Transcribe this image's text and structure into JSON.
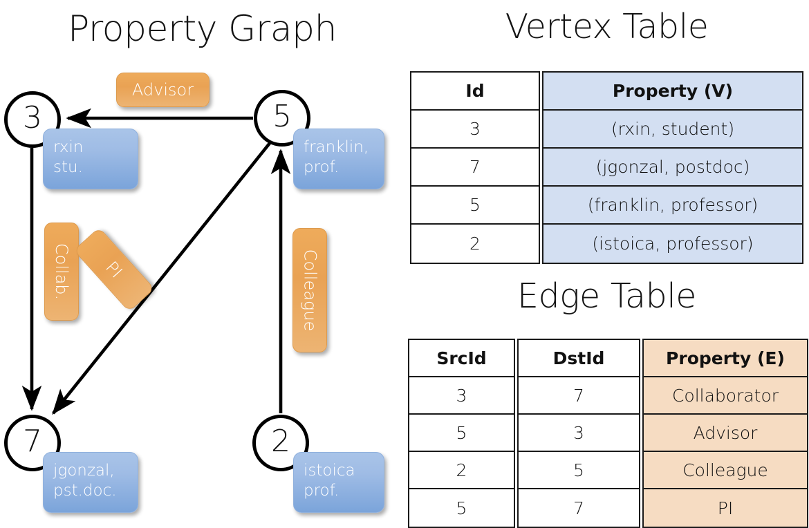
{
  "titles": {
    "graph": "Property Graph",
    "vertex": "Vertex Table",
    "edge": "Edge Table"
  },
  "graph": {
    "nodes": [
      {
        "id": "3",
        "name": "rxin",
        "role": "stu."
      },
      {
        "id": "5",
        "name": "franklin,",
        "role": "prof."
      },
      {
        "id": "7",
        "name": "jgonzal,",
        "role": "pst.doc."
      },
      {
        "id": "2",
        "name": "istoica",
        "role": "prof."
      }
    ],
    "edge_labels": {
      "advisor": "Advisor",
      "collab": "Collab.",
      "pi": "PI",
      "colleague": "Colleague"
    }
  },
  "vertex_table": {
    "headers": [
      "Id",
      "Property (V)"
    ],
    "rows": [
      {
        "id": "3",
        "property": "(rxin, student)"
      },
      {
        "id": "7",
        "property": "(jgonzal, postdoc)"
      },
      {
        "id": "5",
        "property": "(franklin, professor)"
      },
      {
        "id": "2",
        "property": "(istoica, professor)"
      }
    ]
  },
  "edge_table": {
    "headers": [
      "SrcId",
      "DstId",
      "Property (E)"
    ],
    "rows": [
      {
        "src": "3",
        "dst": "7",
        "property": "Collaborator"
      },
      {
        "src": "5",
        "dst": "3",
        "property": "Advisor"
      },
      {
        "src": "2",
        "dst": "5",
        "property": "Colleague"
      },
      {
        "src": "5",
        "dst": "7",
        "property": "PI"
      }
    ]
  },
  "colors": {
    "vertex_property_fill": "#d3dff2",
    "edge_property_fill": "#f6dcc2",
    "node_box_blue": "#7ba4da",
    "edge_label_orange": "#e9a254",
    "stroke": "#1a1a1a"
  }
}
